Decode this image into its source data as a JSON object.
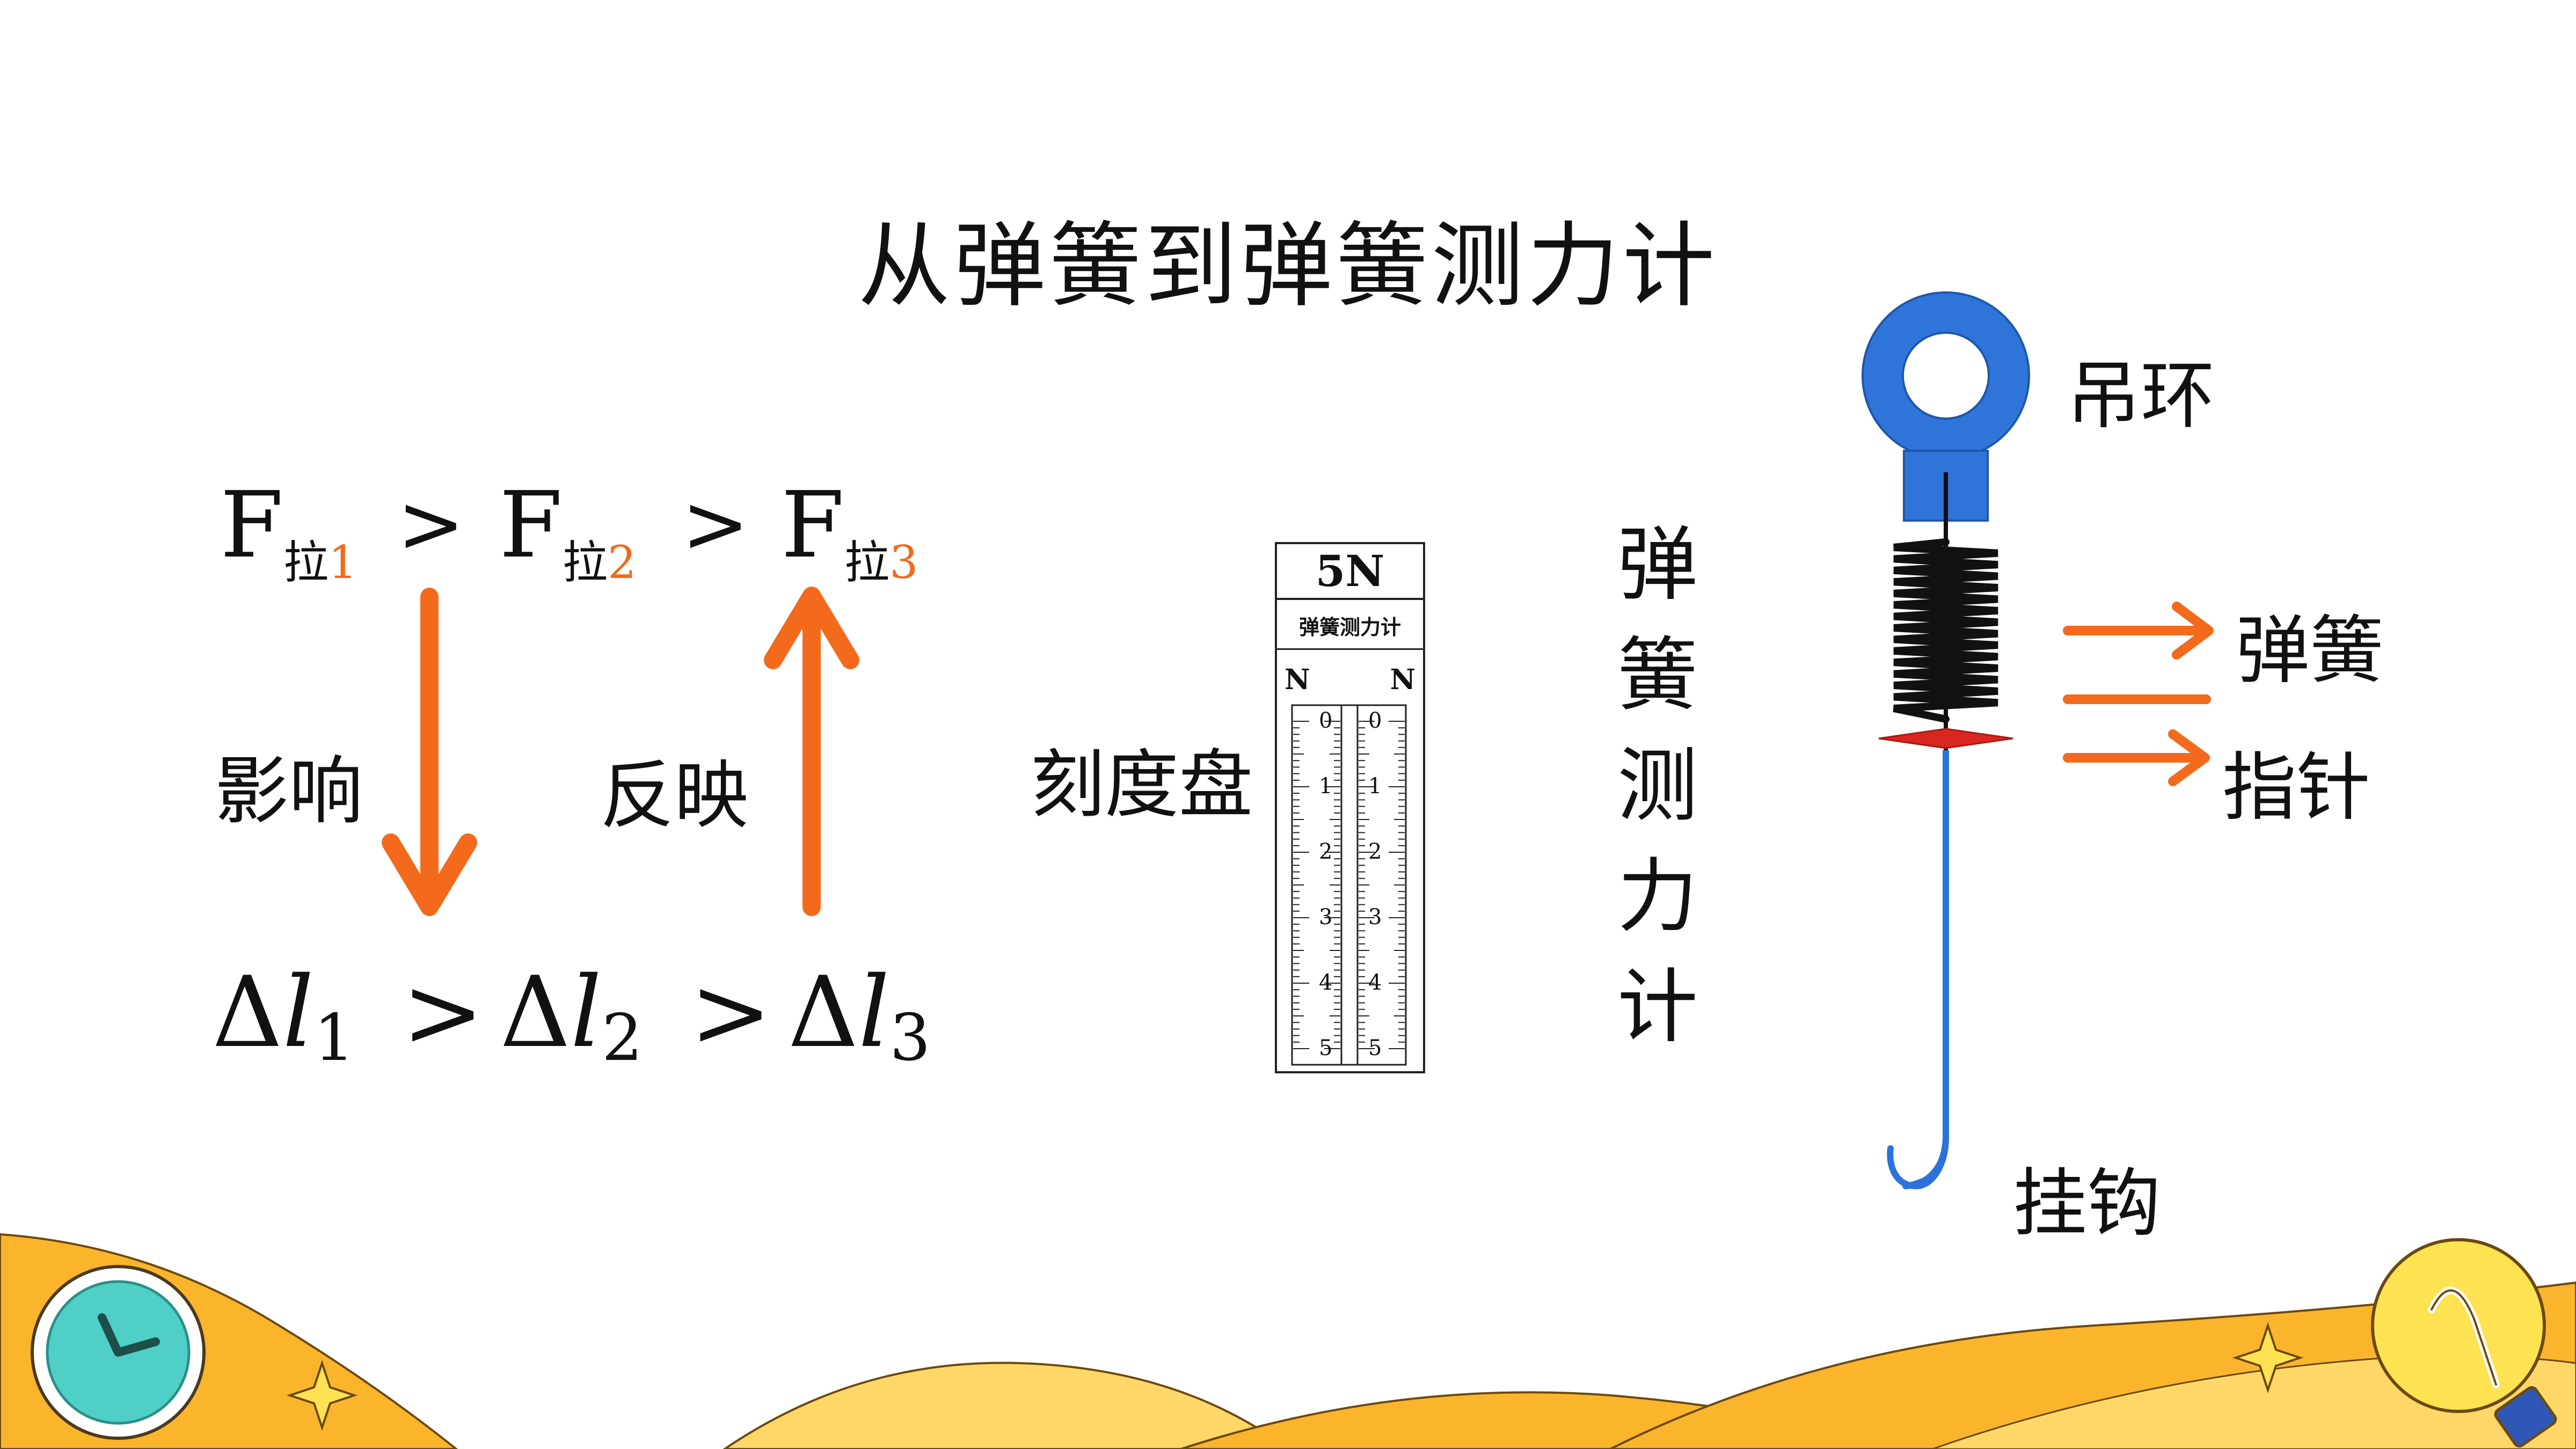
{
  "title": "从弹簧到弹簧测力计",
  "force_relation": {
    "symbol": "F",
    "sub_char": "拉",
    "items": [
      {
        "num": "1"
      },
      {
        "num": "2"
      },
      {
        "num": "3"
      }
    ],
    "gt": ">"
  },
  "labels": {
    "influence": "影响",
    "reflect": "反映"
  },
  "delta_relation": {
    "delta": "Δ",
    "var": "l",
    "gt": ">",
    "subs": [
      "1",
      "2",
      "3"
    ]
  },
  "dial": {
    "label": "刻度盘",
    "range": "5N",
    "name": "弹簧测力计",
    "unit_left": "N",
    "unit_right": "N",
    "ticks": [
      "0",
      "1",
      "2",
      "3",
      "4",
      "5"
    ]
  },
  "vertical_label": [
    "弹",
    "簧",
    "测",
    "力",
    "计"
  ],
  "parts": {
    "ring": "吊环",
    "spring": "弹簧",
    "pointer": "指针",
    "hook": "挂钩"
  },
  "colors": {
    "accent_orange": "#f36a1d",
    "ring_blue": "#2f74d9",
    "rod_blue": "#2c72db",
    "pointer_red": "#d9261f",
    "footer_yellow": "#fbb52d",
    "clock_teal": "#4fcfc6",
    "bulb_yellow": "#fde251"
  },
  "icons": [
    "clock-icon",
    "lightbulb-icon",
    "sparkle-icon"
  ]
}
